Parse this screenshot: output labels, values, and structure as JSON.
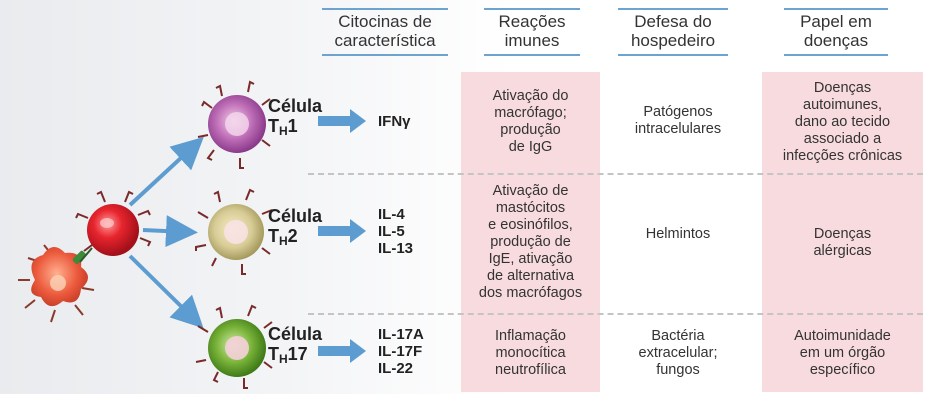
{
  "headers": {
    "cytokines": [
      "Citocinas de",
      "característica"
    ],
    "reactions": [
      "Reações",
      "imunes"
    ],
    "defense": [
      "Defesa do",
      "hospedeiro"
    ],
    "disease": [
      "Papel em",
      "doenças"
    ]
  },
  "rows": [
    {
      "cell_word": "Célula",
      "cell_t": "T",
      "cell_h": "H",
      "cell_num": "1",
      "cytokines": [
        "IFNγ"
      ],
      "reactions": [
        "Ativação do",
        "macrófago;",
        "produção",
        "de IgG"
      ],
      "defense": [
        "Patógenos",
        "intracelulares"
      ],
      "disease": [
        "Doenças",
        "autoimunes,",
        "dano ao tecido",
        "associado a",
        "infecções crônicas"
      ]
    },
    {
      "cell_word": "Célula",
      "cell_t": "T",
      "cell_h": "H",
      "cell_num": "2",
      "cytokines": [
        "IL-4",
        "IL-5",
        "IL-13"
      ],
      "reactions": [
        "Ativação de",
        "mastócitos",
        "e eosinófilos,",
        "produção de",
        "IgE, ativação",
        "de alternativa",
        "dos macrófagos"
      ],
      "defense": [
        "Helmintos"
      ],
      "disease": [
        "Doenças",
        "alérgicas"
      ]
    },
    {
      "cell_word": "Célula",
      "cell_t": "T",
      "cell_h": "H",
      "cell_num": "17",
      "cytokines": [
        "IL-17A",
        "IL-17F",
        "IL-22"
      ],
      "reactions": [
        "Inflamação",
        "monocítica",
        "neutrofílica"
      ],
      "defense": [
        "Bactéria",
        "extracelular;",
        "fungos"
      ],
      "disease": [
        "Autoimunidade",
        "em um órgão",
        "específico"
      ]
    }
  ],
  "colors": {
    "arrow": "#5d9cd0",
    "pink_panel": "#f8dbdf",
    "th1": "#b04aa8",
    "th2": "#c9c48a",
    "th17": "#6aa62a",
    "naive": "#e0202a",
    "apc": "#e8503a",
    "spikes": "#7a2a2a"
  }
}
